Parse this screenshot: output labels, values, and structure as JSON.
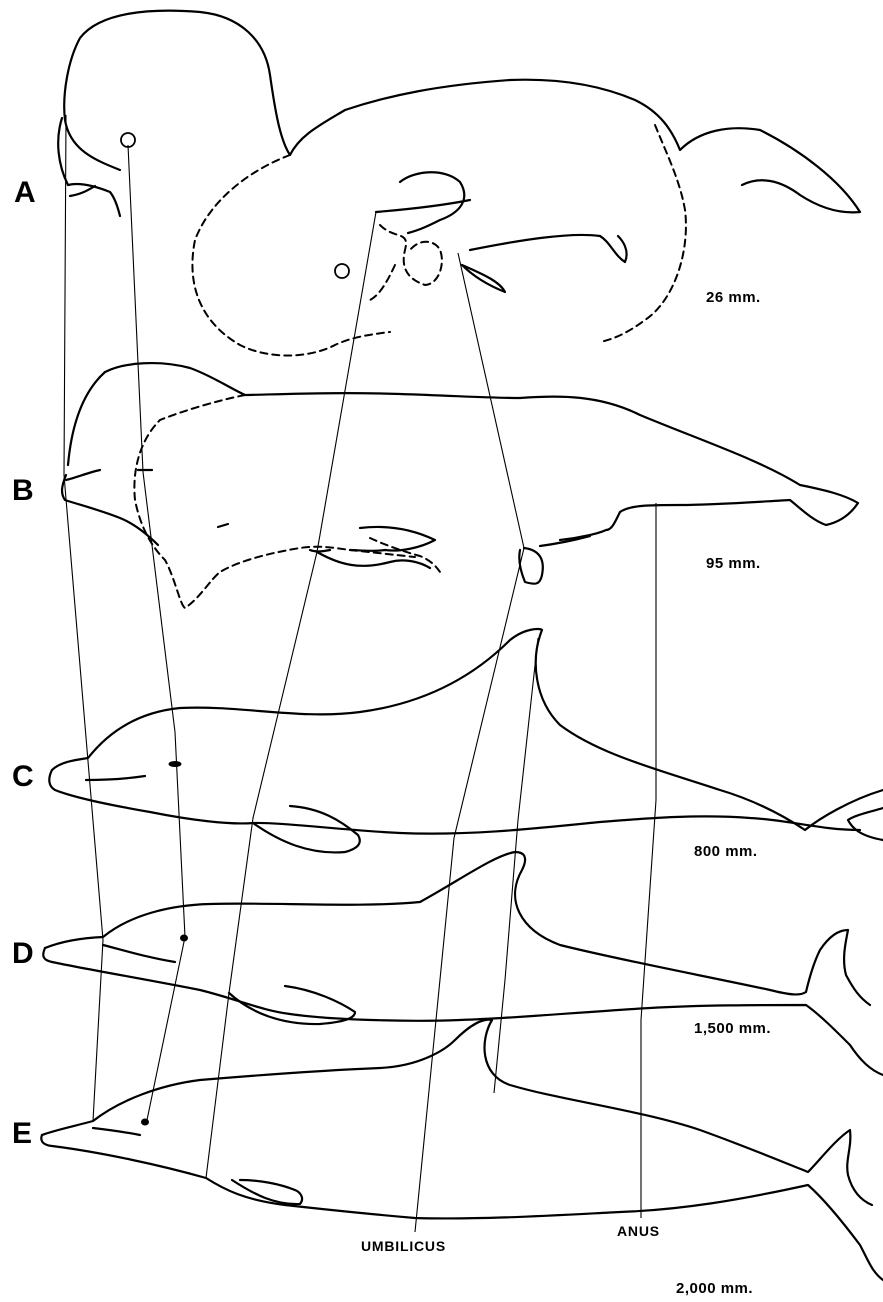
{
  "stages": [
    {
      "letter": "A",
      "length_label": "26 mm."
    },
    {
      "letter": "B",
      "length_label": "95 mm."
    },
    {
      "letter": "C",
      "length_label": "800 mm."
    },
    {
      "letter": "D",
      "length_label": "1,500 mm."
    },
    {
      "letter": "E",
      "length_label": "2,000 mm."
    }
  ],
  "landmarks": {
    "umbilicus": "UMBILICUS",
    "anus": "ANUS"
  }
}
